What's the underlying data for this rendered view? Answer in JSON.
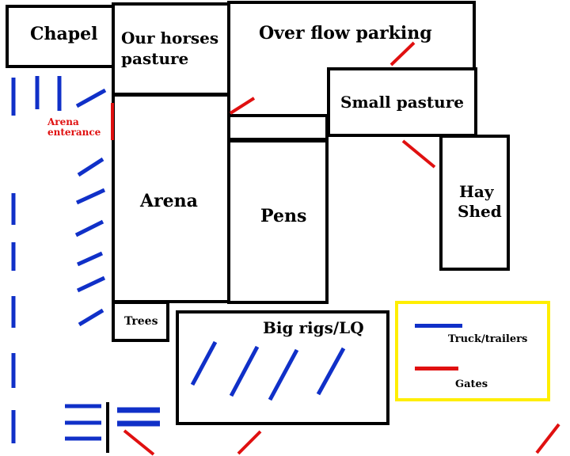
{
  "areas": {
    "chapel": "Chapel",
    "our_horses_pasture_line1": "Our horses",
    "our_horses_pasture_line2": "pasture",
    "overflow_parking": "Over flow parking",
    "small_pasture": "Small pasture",
    "arena_entrance_line1": "Arena",
    "arena_entrance_line2": "enterance",
    "arena": "Arena",
    "pens": "Pens",
    "hay_shed_line1": "Hay",
    "hay_shed_line2": "Shed",
    "trees": "Trees",
    "big_rigs": "Big rigs/LQ"
  },
  "legend": {
    "truck_trailers": "Truck/trailers",
    "gates": "Gates"
  },
  "colors": {
    "trucks": "#1030c8",
    "gates": "#e01010",
    "legend_border": "#ffee00",
    "walls": "#000000"
  }
}
